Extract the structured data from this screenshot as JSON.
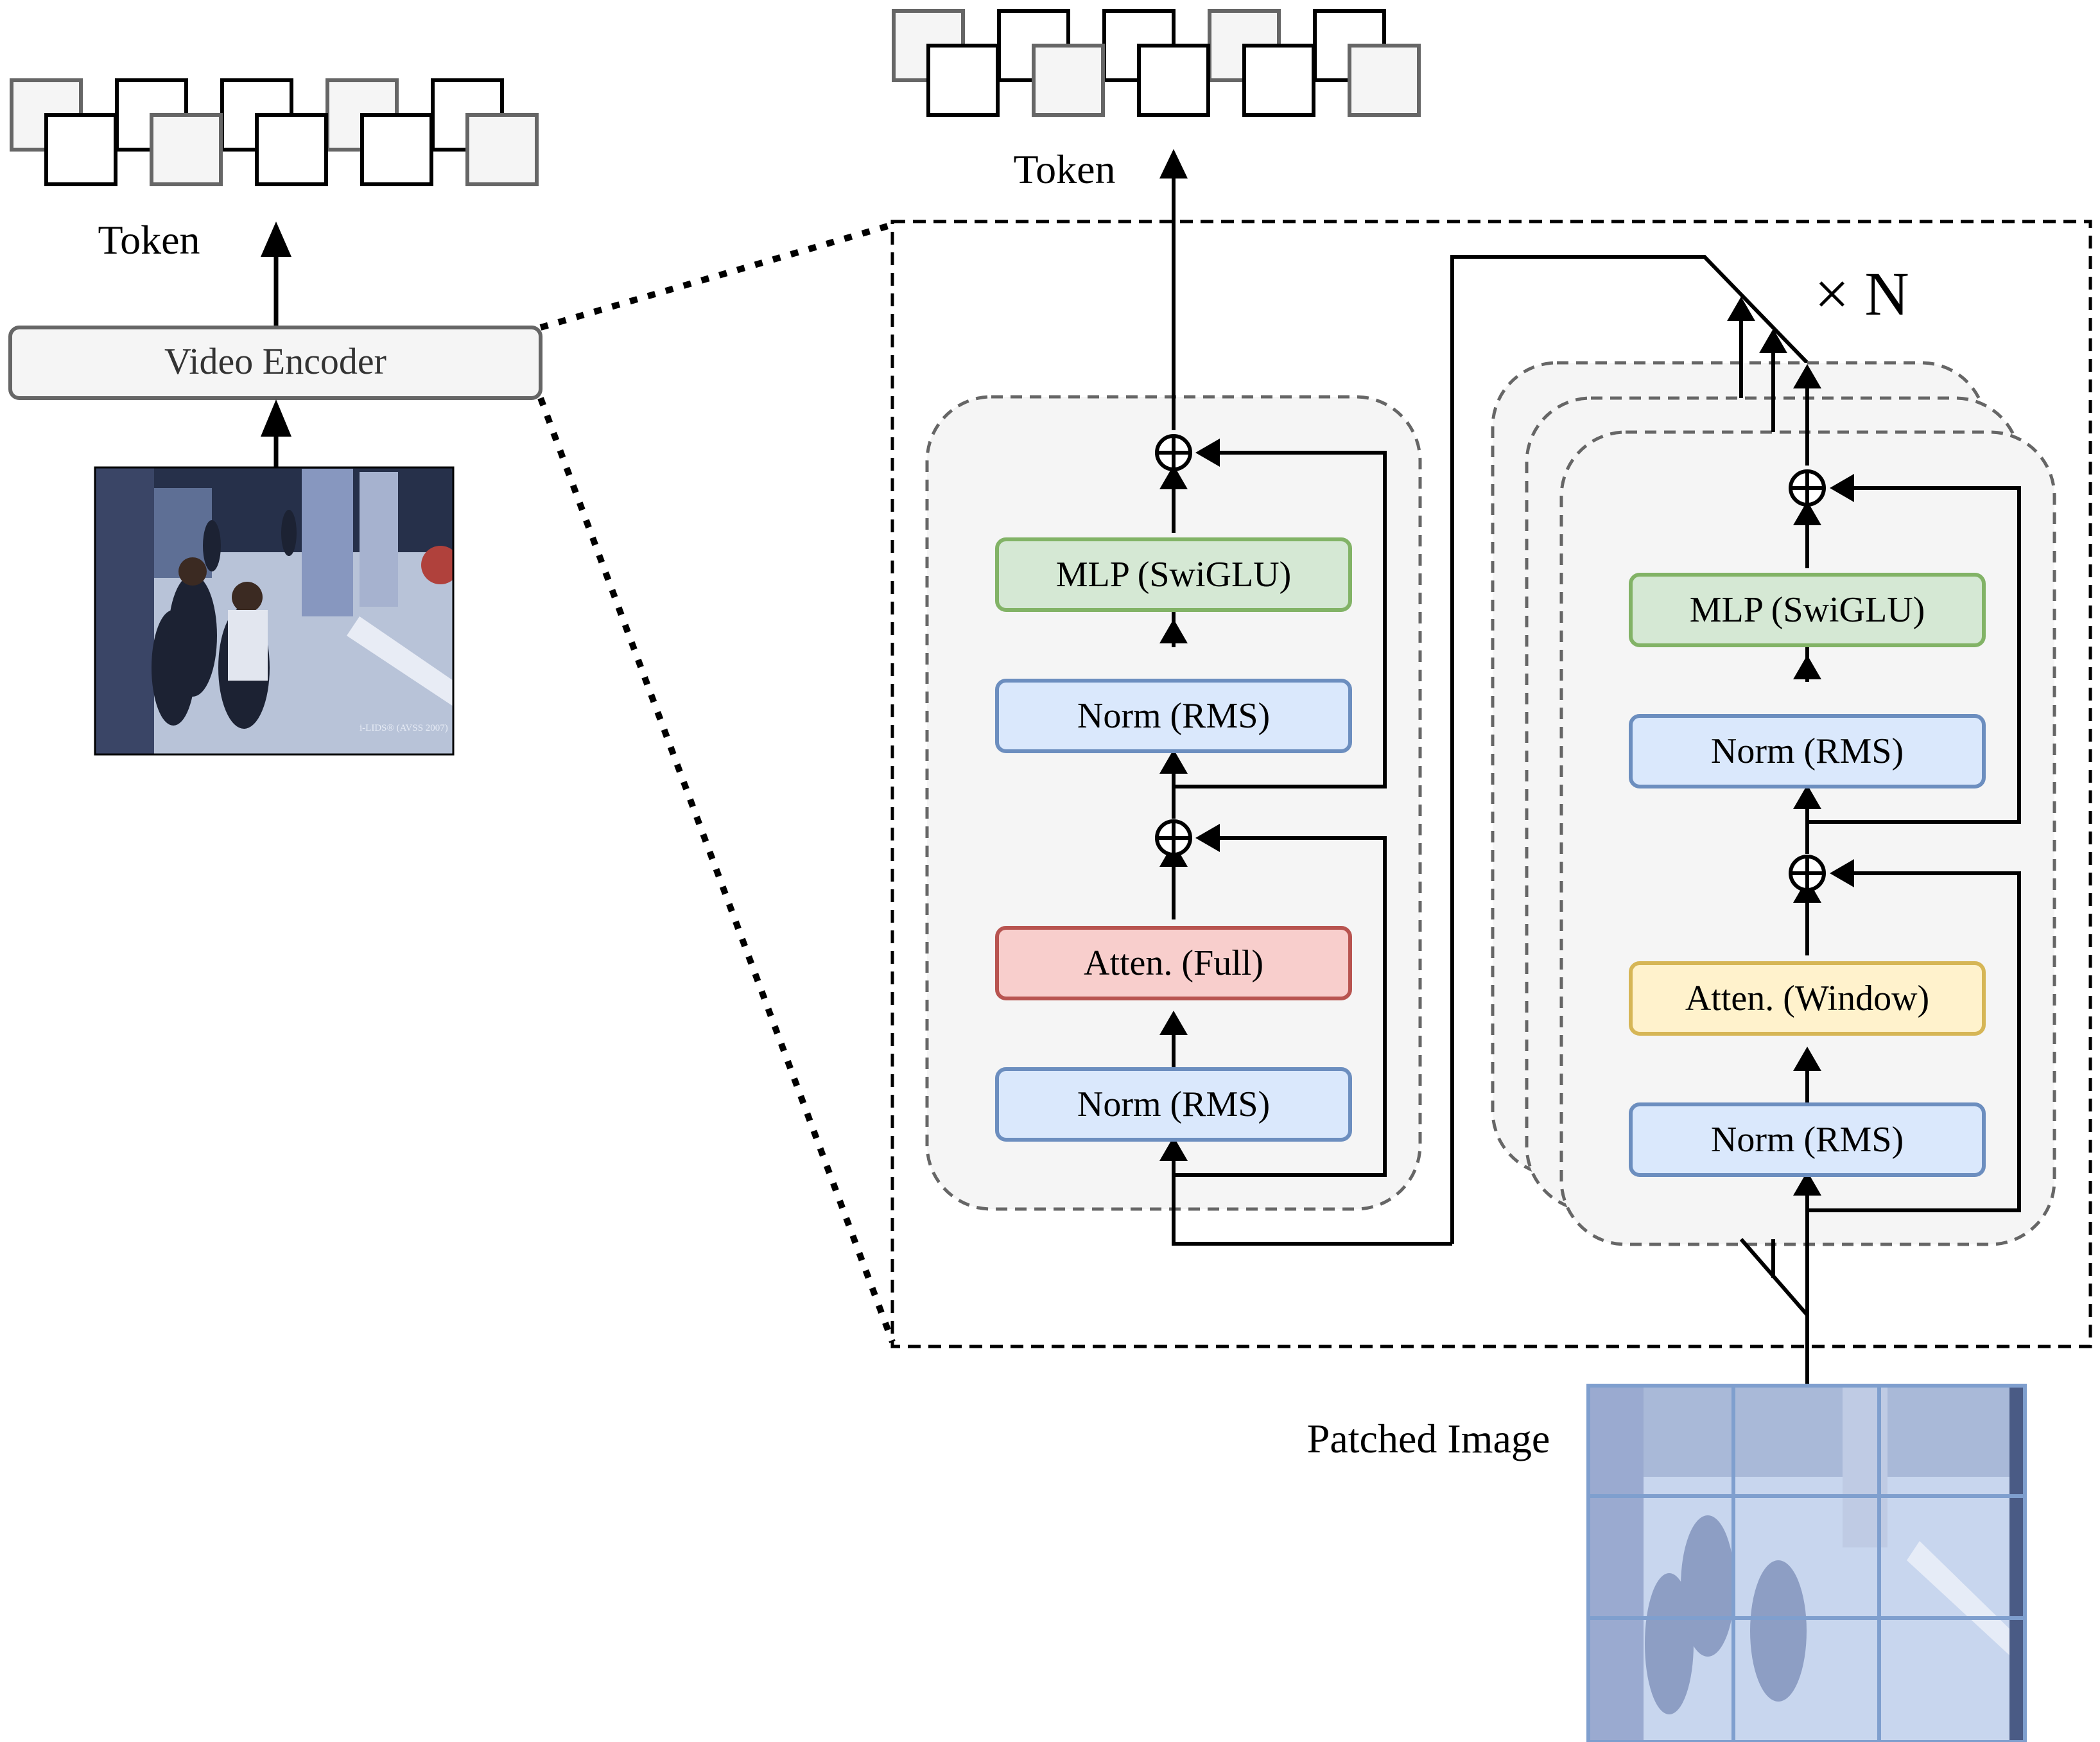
{
  "labels": {
    "token_left": "Token",
    "token_top": "Token",
    "video_encoder": "Video Encoder",
    "times_n": "× N",
    "patched_image": "Patched Image",
    "cam_watermark": "i-LIDS® (AVSS 2007)"
  },
  "full_block": {
    "mlp": "MLP (SwiGLU)",
    "norm_top": "Norm (RMS)",
    "attn": "Atten. (Full)",
    "norm_bottom": "Norm (RMS)"
  },
  "window_block": {
    "mlp": "MLP (SwiGLU)",
    "norm_top": "Norm (RMS)",
    "attn": "Atten. (Window)",
    "norm_bottom": "Norm (RMS)"
  },
  "colors": {
    "mlp_fill": "#d5e8d4",
    "mlp_stroke": "#82b366",
    "norm_fill": "#dae8fc",
    "norm_stroke": "#6c8ebf",
    "attn_full_fill": "#f8cecc",
    "attn_full_stroke": "#b85450",
    "attn_window_fill": "#fff2cc",
    "attn_window_stroke": "#d6b656",
    "container_fill": "#f5f5f5",
    "container_stroke": "#666666",
    "token_gray": "#f5f5f5"
  }
}
